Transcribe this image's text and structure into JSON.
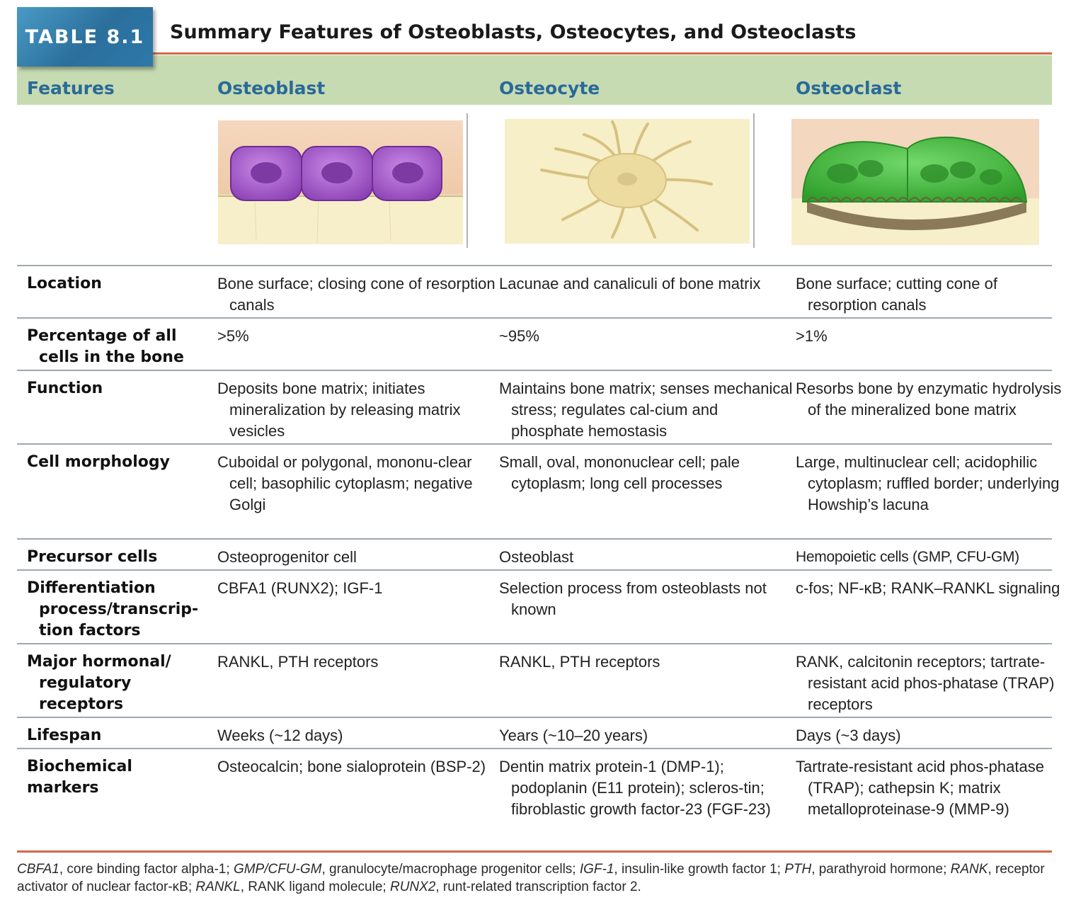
{
  "table": {
    "number": "TABLE 8.1",
    "title": "Summary Features of Osteoblasts, Osteocytes, and Osteoclasts",
    "accent_color": "#d2694a",
    "header_bg": "#c6dbb1",
    "header_text_color": "#2a6a99"
  },
  "columns": [
    "Features",
    "Osteoblast",
    "Osteocyte",
    "Osteoclast"
  ],
  "images": [
    {
      "name": "osteoblast-illustration",
      "color": "#9b4fc2"
    },
    {
      "name": "osteocyte-illustration",
      "color": "#e8d9a6"
    },
    {
      "name": "osteoclast-illustration",
      "color": "#3fbf3a"
    }
  ],
  "rows": [
    {
      "feature": "Location",
      "osteoblast": "Bone surface; closing cone of resorption canals",
      "osteocyte": "Lacunae and canaliculi of bone matrix",
      "osteoclast": "Bone surface; cutting cone of resorption canals"
    },
    {
      "feature": "Percentage of all cells in the bone",
      "osteoblast": ">5%",
      "osteocyte": "~95%",
      "osteoclast": ">1%"
    },
    {
      "feature": "Function",
      "osteoblast": "Deposits bone matrix; initiates mineralization by releasing matrix vesicles",
      "osteocyte": "Maintains bone matrix; senses mechanical stress; regulates cal-cium and phosphate hemostasis",
      "osteoclast": "Resorbs bone by enzymatic hydrolysis of the mineralized bone matrix"
    },
    {
      "feature": "Cell morphology",
      "osteoblast": "Cuboidal or polygonal, mononu-clear cell; basophilic cytoplasm; negative Golgi",
      "osteocyte": "Small, oval, mononuclear cell; pale cytoplasm; long cell processes",
      "osteoclast": "Large, multinuclear cell; acidophilic cytoplasm; ruffled border; underlying Howship’s lacuna"
    },
    {
      "feature": "Precursor cells",
      "osteoblast": "Osteoprogenitor cell",
      "osteocyte": "Osteoblast",
      "osteoclast": "Hemopoietic cells (GMP, CFU-GM)"
    },
    {
      "feature": "Differentiation process/transcrip-tion factors",
      "osteoblast": "CBFA1 (RUNX2); IGF-1",
      "osteocyte": "Selection process from osteoblasts not known",
      "osteoclast": "c-fos; NF-κB; RANK–RANKL signaling"
    },
    {
      "feature": "Major hormonal/ regulatory receptors",
      "osteoblast": "RANKL, PTH receptors",
      "osteocyte": "RANKL, PTH receptors",
      "osteoclast": "RANK, calcitonin receptors; tartrate-resistant acid phos-phatase (TRAP) receptors"
    },
    {
      "feature": "Lifespan",
      "osteoblast": "Weeks (~12 days)",
      "osteocyte": "Years (~10–20 years)",
      "osteoclast": "Days (~3 days)"
    },
    {
      "feature": "Biochemical markers",
      "osteoblast": "Osteocalcin; bone sialoprotein (BSP-2)",
      "osteocyte": "Dentin matrix protein-1 (DMP-1); podoplanin (E11 protein); scleros-tin; fibroblastic growth factor-23 (FGF-23)",
      "osteoclast": "Tartrate-resistant acid phos-phatase (TRAP); cathepsin K; matrix metalloproteinase-9 (MMP-9)"
    }
  ],
  "footnote": [
    {
      "term": "CBFA1",
      "def": ", core binding factor alpha-1; "
    },
    {
      "term": "GMP/CFU-GM",
      "def": ", granulocyte/macrophage progenitor cells; "
    },
    {
      "term": "IGF-1",
      "def": ", insulin-like growth factor 1; "
    },
    {
      "term": "PTH",
      "def": ", parathyroid hormone; "
    },
    {
      "term": "RANK",
      "def": ", receptor activator of nuclear factor-κB; "
    },
    {
      "term": "RANKL",
      "def": ", RANK ligand molecule; "
    },
    {
      "term": "RUNX2",
      "def": ", runt-related transcription factor 2."
    }
  ]
}
